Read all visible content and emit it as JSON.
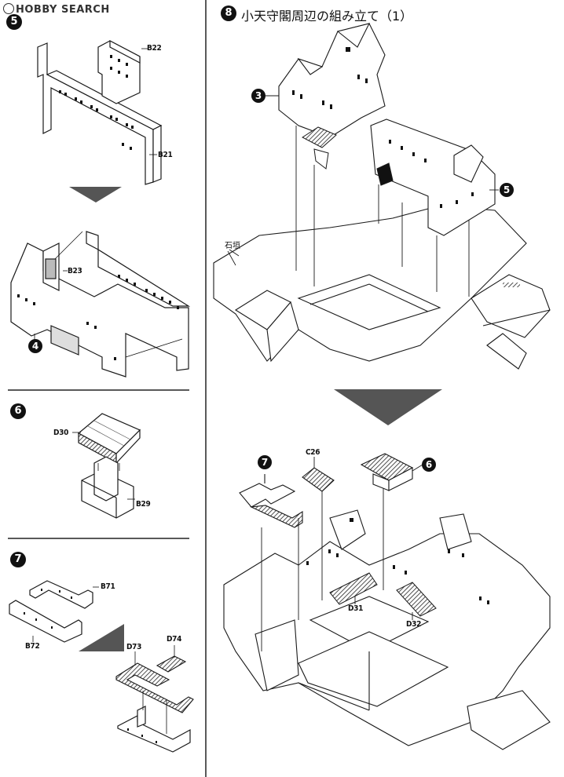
{
  "watermark": {
    "text": "HOBBY SEARCH"
  },
  "steps": {
    "s5": {
      "number": "5"
    },
    "s6": {
      "number": "6"
    },
    "s7": {
      "number": "7"
    },
    "s8": {
      "number": "8",
      "title": "小天守閣周辺の組み立て（1）"
    }
  },
  "refs": {
    "r3": "3",
    "r4": "4",
    "r5": "5",
    "r6": "6",
    "r7": "7"
  },
  "parts": {
    "B21": "B21",
    "B22": "B22",
    "B23": "B23",
    "B29": "B29",
    "B71": "B71",
    "B72": "B72",
    "C26": "C26",
    "D30": "D30",
    "D31": "D31",
    "D32": "D32",
    "D73": "D73",
    "D74": "D74"
  },
  "labels": {
    "ishigaki": "石垣"
  },
  "colors": {
    "line": "#1a1a1a",
    "arrow": "#555555",
    "hatch": "#3a3a3a",
    "fill": "#ffffff",
    "shade": "#c8c8c8"
  }
}
